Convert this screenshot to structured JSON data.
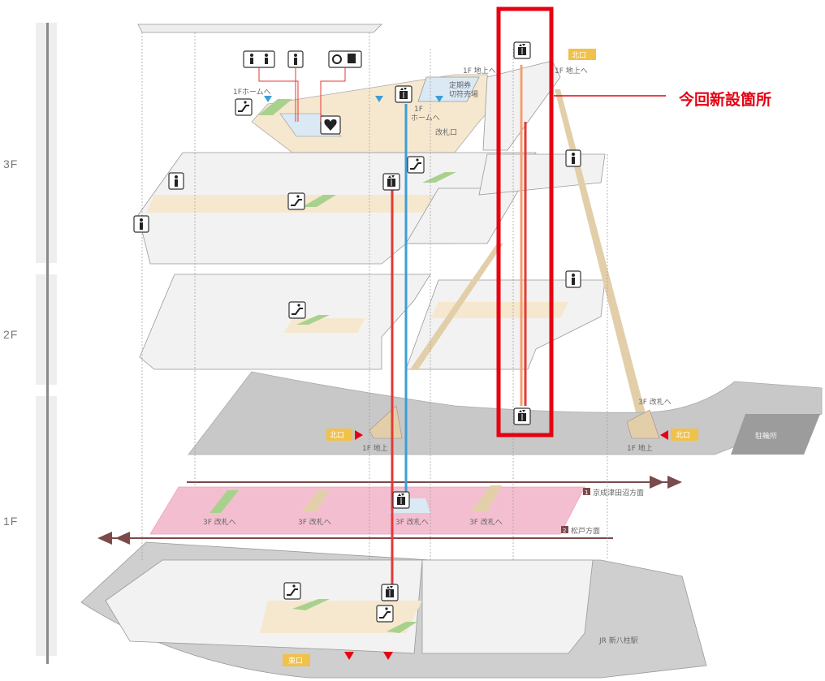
{
  "floors": {
    "f3": "3F",
    "f2": "2F",
    "f1": "1F"
  },
  "callout": {
    "text": "今回新設箇所"
  },
  "labels": {
    "home_1f_a": "1Fホームへ",
    "chika_1f_a": "1F 地上へ",
    "chika_1f_b": "1F 地上へ",
    "kitaguchi_top": "北口",
    "teiki_1": "定期券",
    "teiki_2": "切符売場",
    "home_1f_b1": "1F",
    "home_1f_b2": "ホームへ",
    "kaisatsu": "改札口",
    "kaisatsu_3f_a": "3F 改札へ",
    "kitaguchi_left": "北口",
    "chijo_left": "1F 地上",
    "kitaguchi_right": "北口",
    "chijo_right": "1F 地上",
    "churin": "駐輪所",
    "keisei": "京成津田沼方面",
    "matsudo": "松戸方面",
    "kaisatsu_3f_1": "3F 改札へ",
    "kaisatsu_3f_2": "3F 改札へ",
    "kaisatsu_3f_3": "3F 改札へ",
    "kaisatsu_3f_4": "3F 改札へ",
    "jr_station": "JR 新八柱駅",
    "higashiguchi": "東口",
    "badge_1": "1",
    "badge_2": "2"
  },
  "colors": {
    "highlight": "#e60012",
    "floor_fill": "#f2f2f2",
    "corridor": "#f6e8cf",
    "escalator": "#a9d18e",
    "elevator_blue": "#3a9fd6",
    "sign_yellow": "#f0c14b",
    "track_pink": "#f3bfd0",
    "ground_gray": "#c8c8c8"
  },
  "icons": [
    "elevator-icon",
    "escalator-icon",
    "restroom-icon",
    "accessible-toilet-icon",
    "aed-icon",
    "arrow-icon"
  ]
}
